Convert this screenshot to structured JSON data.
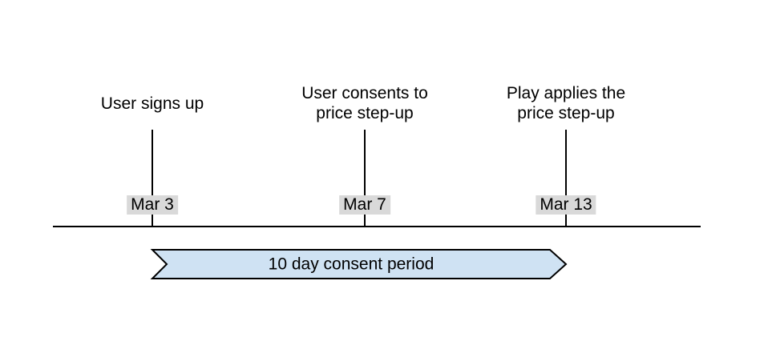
{
  "diagram": {
    "type": "timeline",
    "events": [
      {
        "label": "User signs up",
        "date": "Mar 3"
      },
      {
        "label": "User consents to\nprice step-up",
        "date": "Mar 7"
      },
      {
        "label": "Play applies the\nprice step-up",
        "date": "Mar 13"
      }
    ],
    "period_banner": {
      "label": "10 day consent period",
      "spans_from": "Mar 3",
      "spans_to": "Mar 13"
    },
    "colors": {
      "line": "#000000",
      "text": "#000000",
      "date_chip_bg": "#d9d9d9",
      "banner_fill": "#cfe2f3",
      "banner_stroke": "#000000",
      "background": "#ffffff"
    }
  }
}
